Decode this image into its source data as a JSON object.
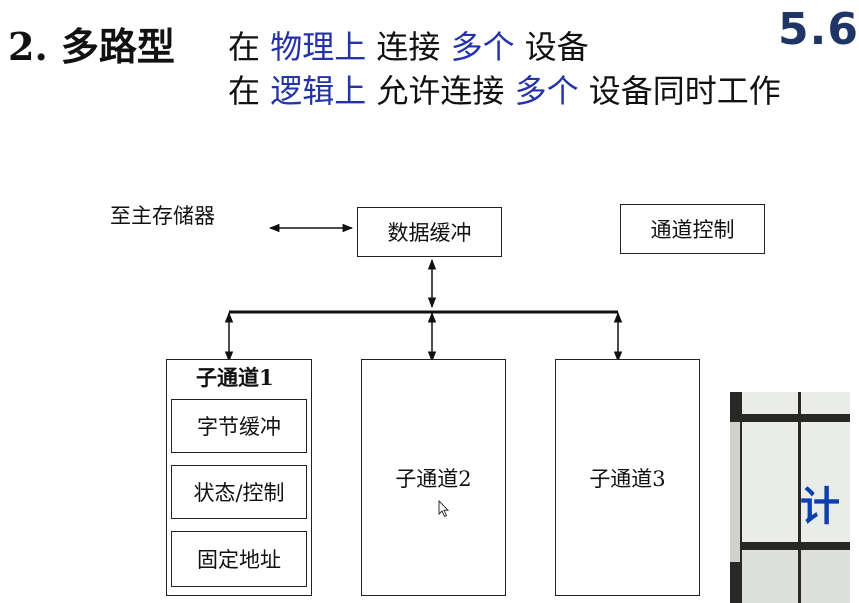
{
  "slide": {
    "number": "5.6",
    "heading": "2. 多路型",
    "line1": {
      "prefix": "在",
      "hl1": "物理上",
      "mid": "连接",
      "hl2": "多个",
      "suffix": "设备"
    },
    "line2": {
      "prefix": "在",
      "hl1": "逻辑上",
      "mid": "允许连接",
      "hl2": "多个",
      "suffix": "设备同时工作"
    }
  },
  "diagram": {
    "to_main_memory": "至主存储器",
    "data_buffer": "数据缓冲",
    "channel_control": "通道控制",
    "subchannel1": {
      "title": "子通道1",
      "items": [
        "字节缓冲",
        "状态/控制",
        "固定地址"
      ]
    },
    "subchannel2": "子通道2",
    "subchannel3": "子通道3"
  },
  "video_overlay": {
    "visible_glyph": "计"
  },
  "colors": {
    "highlight": "#2433a8",
    "slide_number": "#1f3566"
  }
}
